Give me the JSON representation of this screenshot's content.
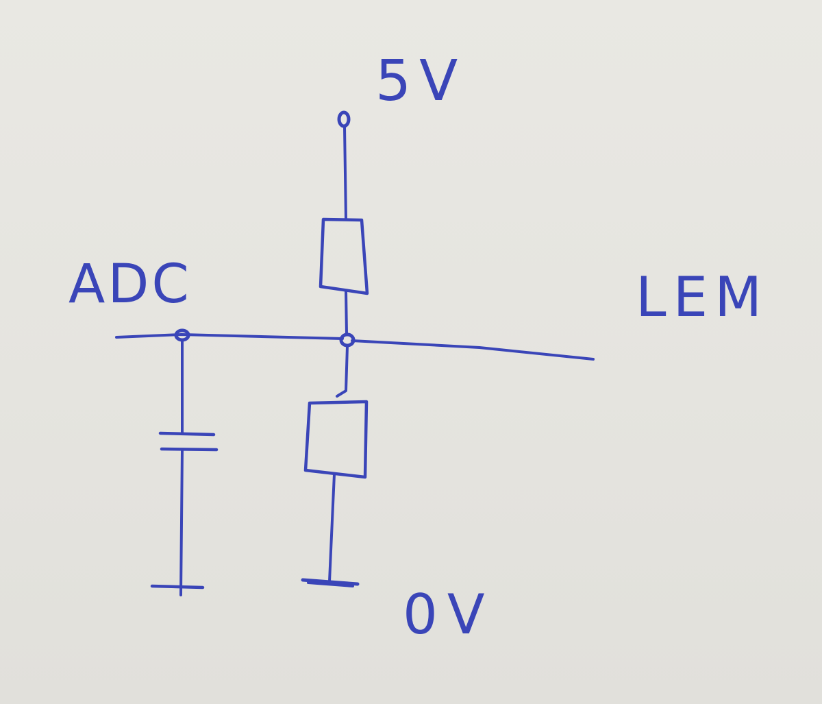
{
  "diagram": {
    "labels": {
      "supply": "5V",
      "ground": "0V",
      "left_terminal": "ADC",
      "right_terminal": "LEM"
    },
    "ink_color": "#3a45b8",
    "paper_color": "#e6e5e0"
  }
}
